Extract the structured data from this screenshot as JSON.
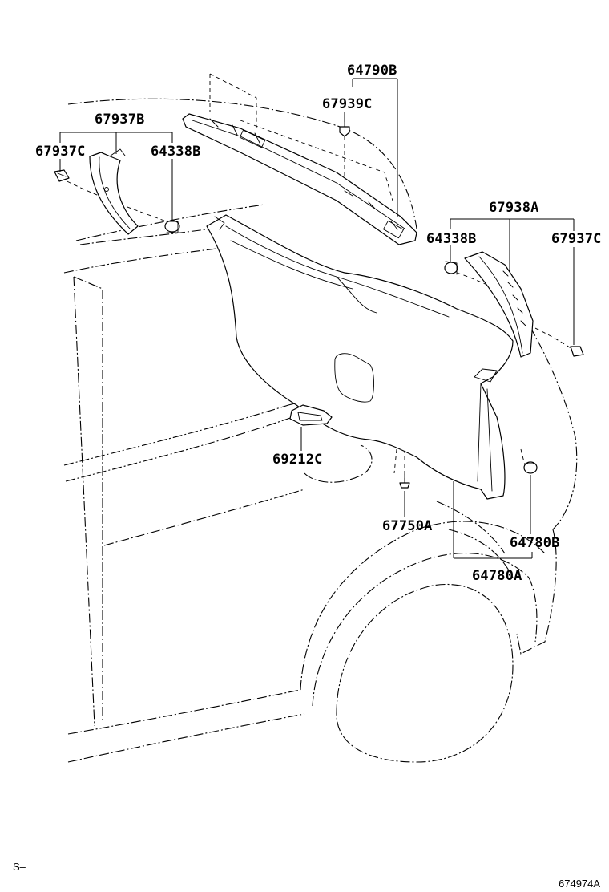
{
  "labels": {
    "p64790B": "64790B",
    "p67939C": "67939C",
    "p67937B": "67937B",
    "p67937C_left": "67937C",
    "p64338B_left": "64338B",
    "p67938A": "67938A",
    "p64338B_right": "64338B",
    "p67937C_right": "67937C",
    "p69212C": "69212C",
    "p67750A": "67750A",
    "p64780B": "64780B",
    "p64780A": "64780A"
  },
  "corner": {
    "section_mark": "S–",
    "figure_number": "674974A"
  }
}
